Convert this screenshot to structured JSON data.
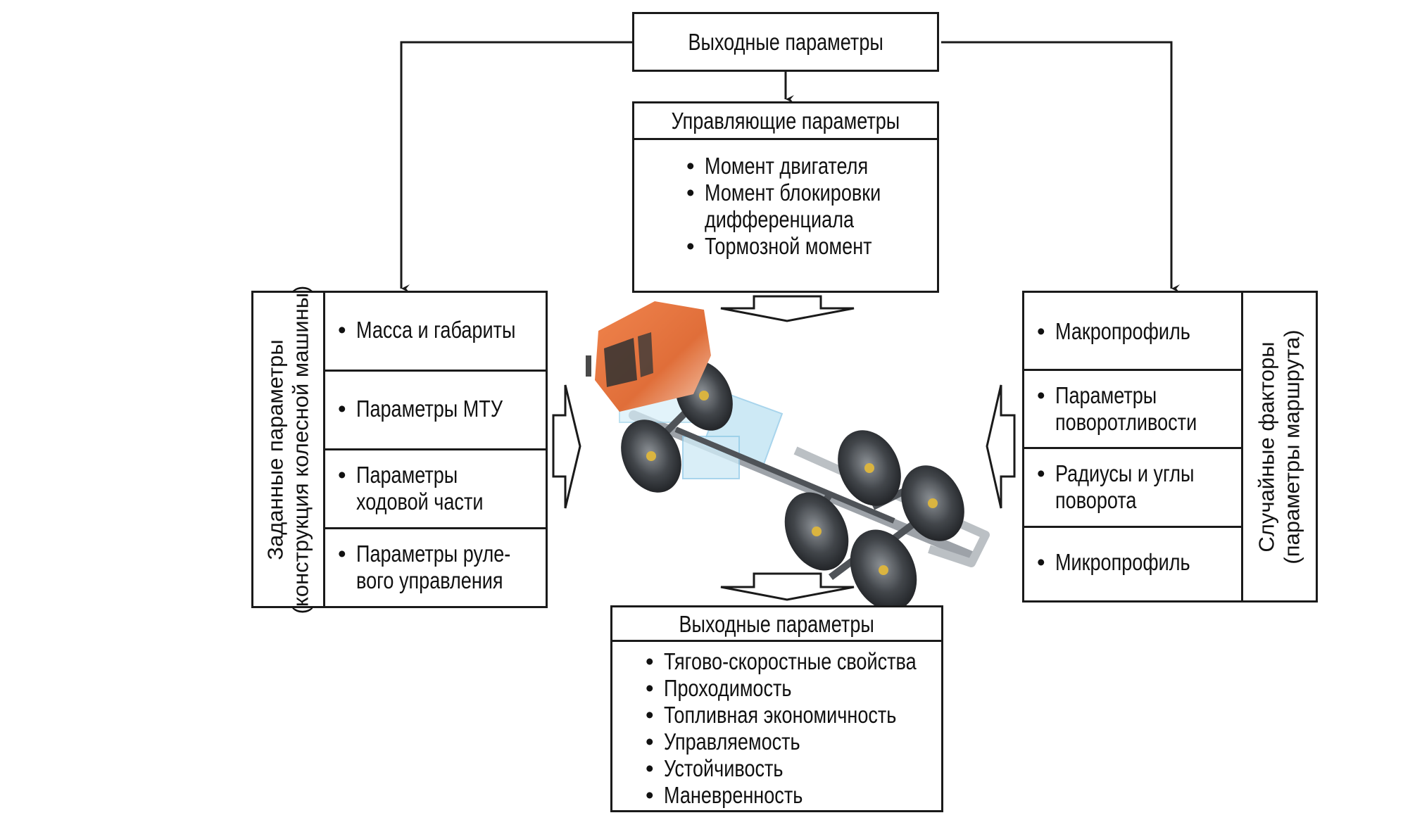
{
  "top_box": {
    "title": "Выходные параметры"
  },
  "control_box": {
    "title": "Управляющие параметры",
    "items": [
      "Момент двигателя",
      "Момент блокировки",
      "дифференциала",
      "Тормозной момент"
    ],
    "item_bullets": [
      true,
      true,
      false,
      true
    ]
  },
  "given_params": {
    "label_line1": "Заданные параметры",
    "label_line2": "(конструкция колесной машины)",
    "items": [
      {
        "line1": "Масса и габариты",
        "line2": ""
      },
      {
        "line1": "Параметры МТУ",
        "line2": ""
      },
      {
        "line1": "Параметры",
        "line2": "ходовой части"
      },
      {
        "line1": "Параметры руле-",
        "line2": "вого управления"
      }
    ]
  },
  "random_factors": {
    "label_line1": "Случайные факторы",
    "label_line2": "(параметры маршрута)",
    "items": [
      {
        "line1": "Макропрофиль",
        "line2": ""
      },
      {
        "line1": "Параметры",
        "line2": "поворотливости"
      },
      {
        "line1": "Радиусы и углы",
        "line2": "поворота"
      },
      {
        "line1": "Микропрофиль",
        "line2": ""
      }
    ]
  },
  "output_box": {
    "title": "Выходные параметры",
    "items": [
      "Тягово-скоростные свойства",
      "Проходимость",
      "Топливная экономичность",
      "Управляемость",
      "Устойчивость",
      "Маневренность"
    ]
  },
  "illustration": {
    "subject": "truck-chassis-8x8",
    "cab_color": "#E8703A",
    "frame_color": "#9fd3ea"
  },
  "colors": {
    "stroke": "#1a1a1a",
    "background": "#ffffff"
  }
}
